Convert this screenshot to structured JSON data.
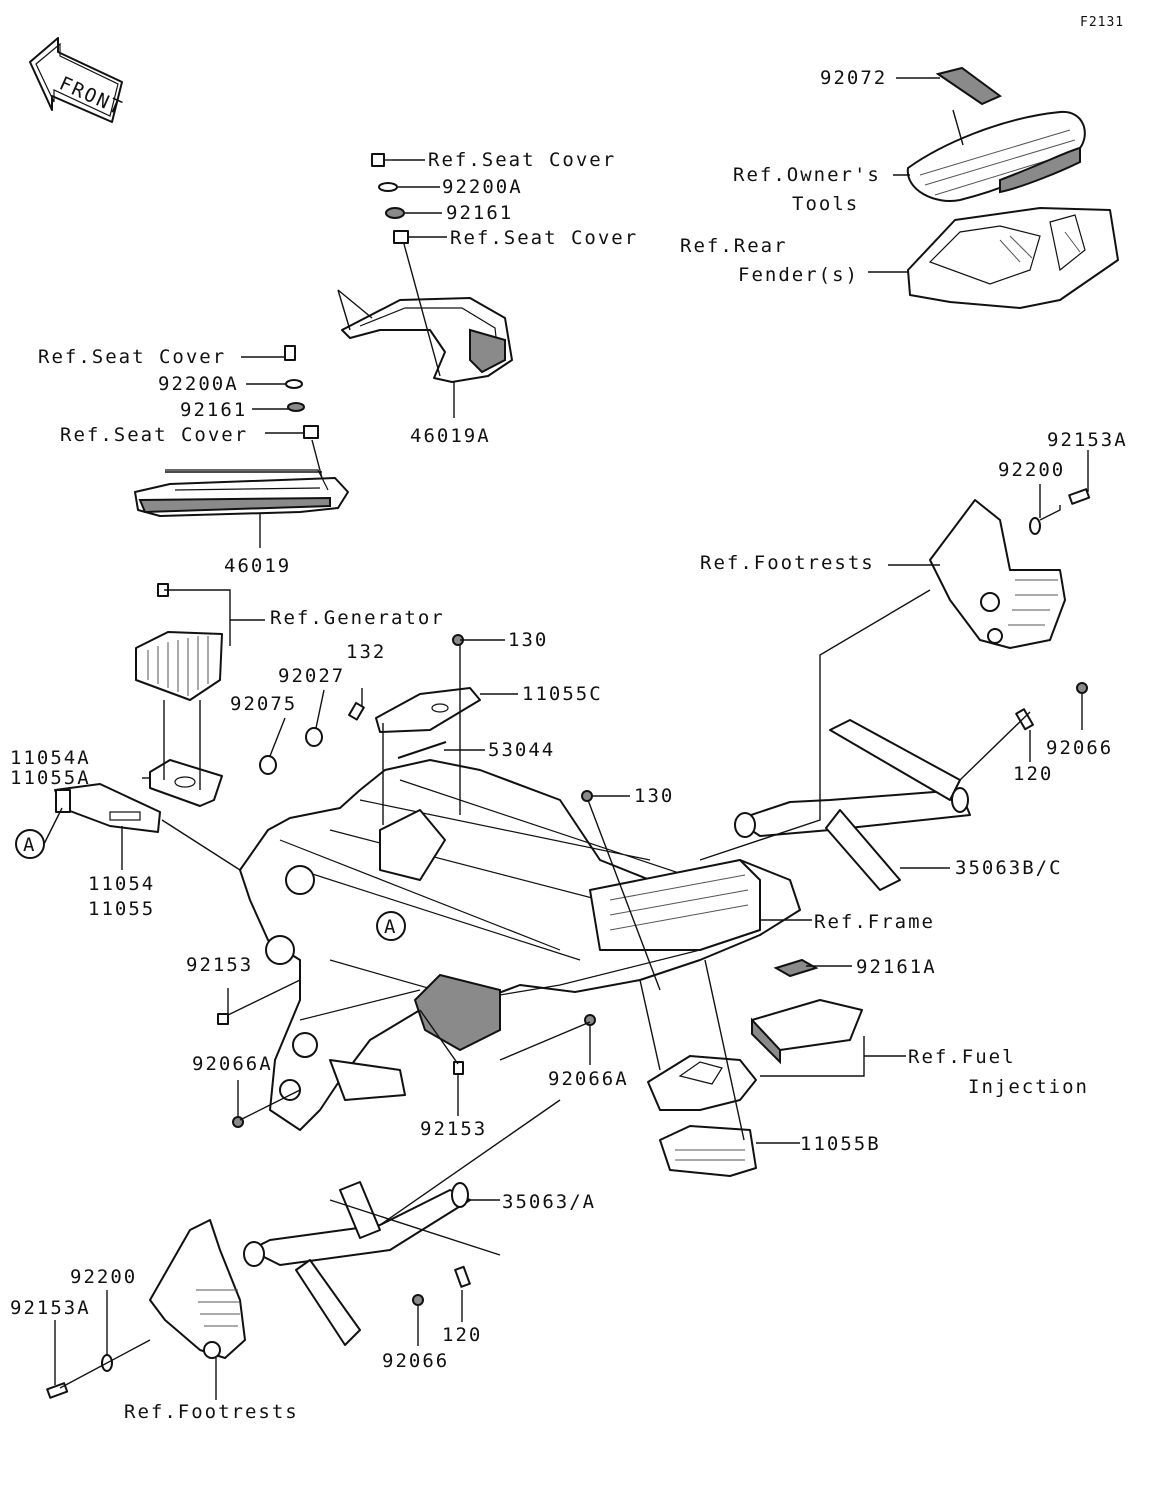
{
  "figure_id": "F2131",
  "front_arrow": "FRONT",
  "circle_marker": "A",
  "labels": {
    "n92072": "92072",
    "ref_owners_tools_1": "Ref.Owner's",
    "ref_owners_tools_2": "Tools",
    "ref_rear_fender_1": "Ref.Rear",
    "ref_rear_fender_2": "Fender(s)",
    "ref_seat_cover_a": "Ref.Seat Cover",
    "n92200A_a": "92200A",
    "n92161_a": "92161",
    "ref_seat_cover_b": "Ref.Seat Cover",
    "n46019A": "46019A",
    "ref_seat_cover_c": "Ref.Seat Cover",
    "n92200A_b": "92200A",
    "n92161_b": "92161",
    "ref_seat_cover_d": "Ref.Seat Cover",
    "n46019": "46019",
    "n92153A_top": "92153A",
    "n92200_top": "92200",
    "ref_footrests_top": "Ref.Footrests",
    "ref_generator": "Ref.Generator",
    "n130_a": "130",
    "n132": "132",
    "n92027": "92027",
    "n11055C": "11055C",
    "n92075": "92075",
    "n53044": "53044",
    "n11054A": "11054A",
    "n11055A": "11055A",
    "n130_b": "130",
    "n92066_top": "92066",
    "n120_top": "120",
    "n11054": "11054",
    "n11055": "11055",
    "n35063BC": "35063B/C",
    "ref_frame": "Ref.Frame",
    "n92161A": "92161A",
    "n92153_a": "92153",
    "ref_fuel_injection_1": "Ref.Fuel",
    "ref_fuel_injection_2": "Injection",
    "n92066A_a": "92066A",
    "n92066A_b": "92066A",
    "n92153_b": "92153",
    "n11055B": "11055B",
    "n35063A": "35063/A",
    "n92200_bottom": "92200",
    "n92153A_bottom": "92153A",
    "n120_bottom": "120",
    "n92066_bottom": "92066",
    "ref_footrests_bottom": "Ref.Footrests"
  }
}
